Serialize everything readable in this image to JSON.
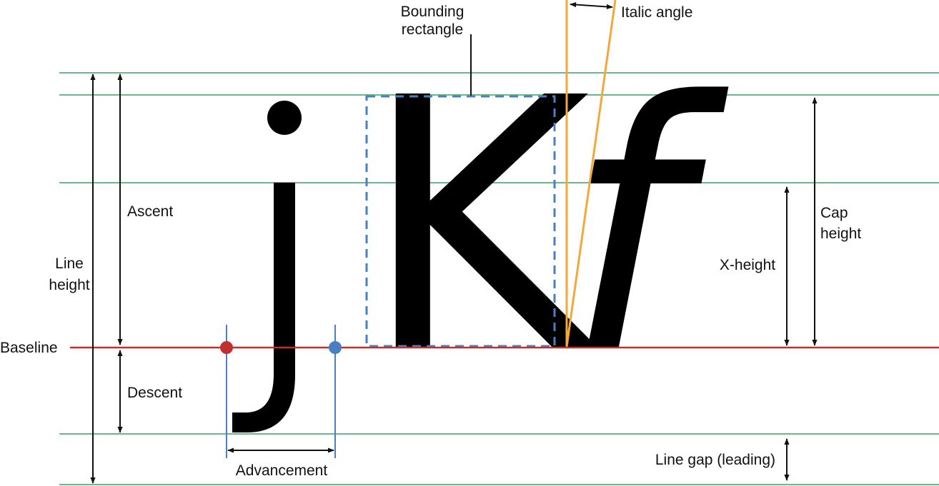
{
  "colors": {
    "guide_line": "#69b98a",
    "baseline": "#c0302f",
    "advance_line": "#4a7fc1",
    "bounding_box": "#4a7fc1",
    "italic_angle": "#f2a93b",
    "origin_dot": "#c0302f",
    "advance_dot": "#4a7fc1",
    "arrow": "#111111",
    "glyph": "#000000"
  },
  "glyphs": {
    "j": "j",
    "k": "K",
    "f": "f"
  },
  "labels": {
    "bounding_1": "Bounding",
    "bounding_2": "rectangle",
    "italic_angle": "Italic angle",
    "ascent": "Ascent",
    "line_height_1": "Line",
    "line_height_2": "height",
    "baseline": "Baseline",
    "descent": "Descent",
    "advancement": "Advancement",
    "x_height": "X-height",
    "cap_height_1": "Cap",
    "cap_height_2": "height",
    "line_gap": "Line gap (leading)"
  }
}
